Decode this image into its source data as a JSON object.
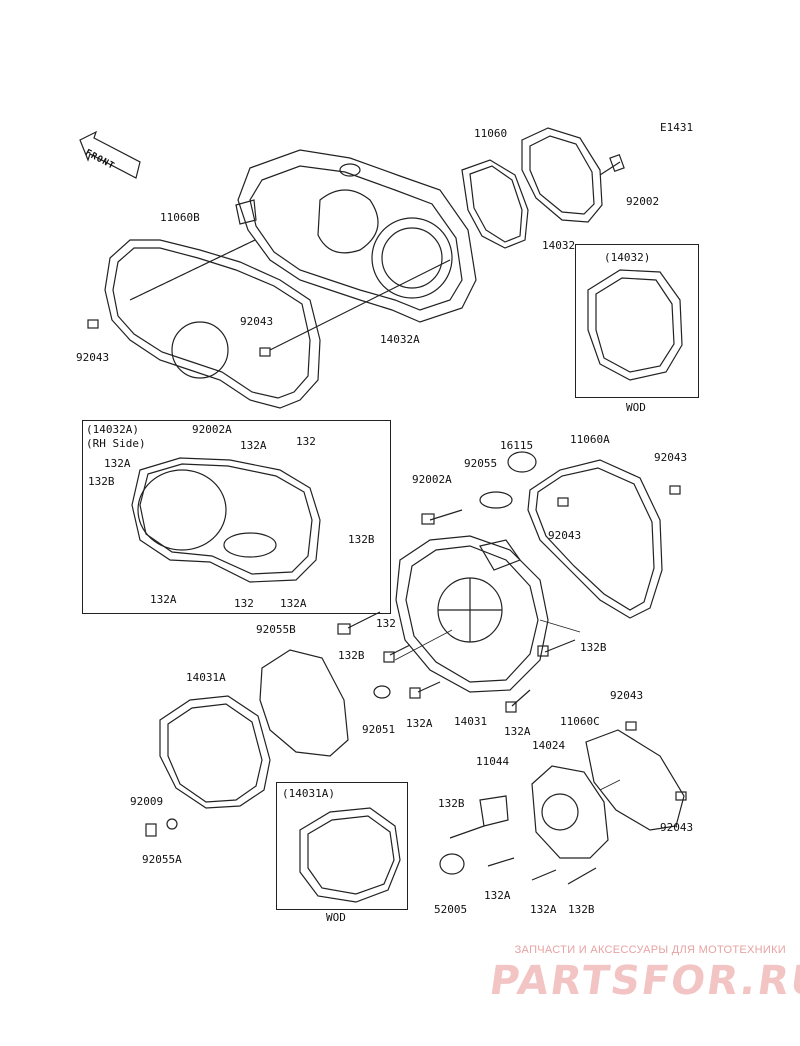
{
  "diagram_code": "E1431",
  "front_label": "FRONT",
  "wod_label": "WOD",
  "parts": {
    "p11060_top": "11060",
    "p11060b": "11060B",
    "p92002_top": "92002",
    "p14032": "14032",
    "p14032_inset": "(14032)",
    "p92043_left": "92043",
    "p92043_mid": "92043",
    "p14032a": "14032A",
    "inset_14032a_title": "(14032A)",
    "inset_14032a_sub": "(RH Side)",
    "inset_92002a": "92002A",
    "inset_132a_1": "132A",
    "inset_132": "132",
    "inset_132a_2": "132A",
    "inset_132b_1": "132B",
    "inset_132b_2": "132B",
    "inset_132a_3": "132A",
    "inset_132_2": "132",
    "inset_132a_4": "132A",
    "p16115": "16115",
    "p11060a": "11060A",
    "p92055": "92055",
    "p92043_r1": "92043",
    "p92002a": "92002A",
    "p92043_r2": "92043",
    "p92055b": "92055B",
    "p132": "132",
    "p132b_1": "132B",
    "p132b_2": "132B",
    "p14031a": "14031A",
    "p92051": "92051",
    "p132a_1": "132A",
    "p14031": "14031",
    "p132a_2": "132A",
    "p92043_r3": "92043",
    "p11060c": "11060C",
    "p14024": "14024",
    "p11044": "11044",
    "p92009": "92009",
    "p132b_3": "132B",
    "p92055a": "92055A",
    "p14031a_inset": "(14031A)",
    "p92043_r4": "92043",
    "p52005": "52005",
    "p132a_3": "132A",
    "p132a_4": "132A",
    "p132b_4": "132B"
  },
  "watermark": {
    "tagline": "ЗАПЧАСТИ И АКСЕССУАРЫ ДЛЯ МОТОТЕХНИКИ",
    "logo": "PARTSFOR.RU"
  }
}
